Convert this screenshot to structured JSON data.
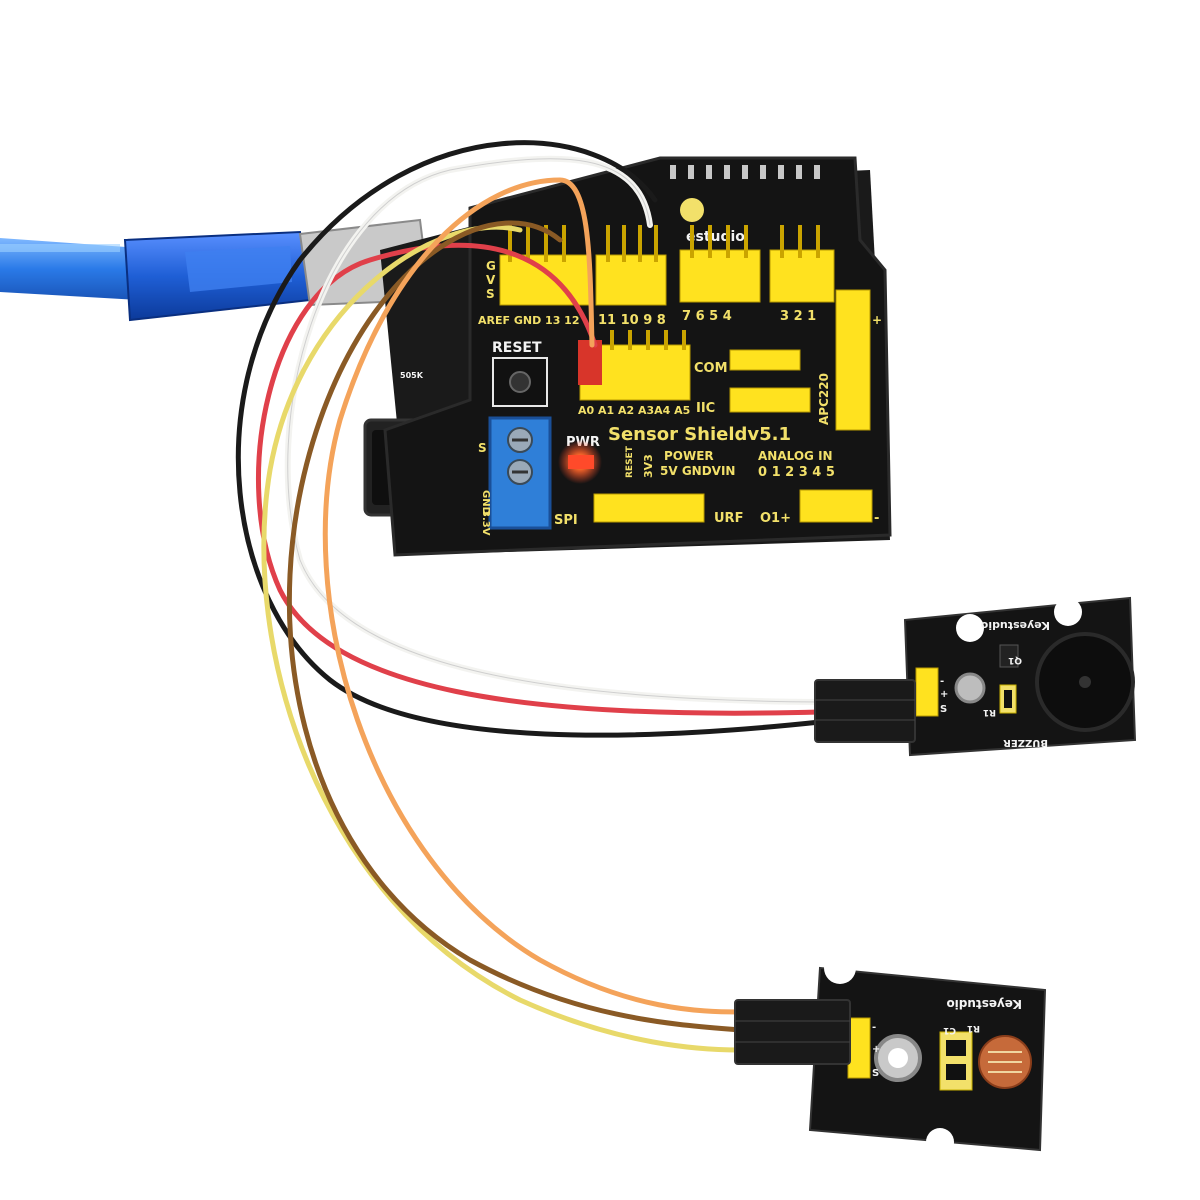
{
  "colors": {
    "background": "#ffffff",
    "pcb": "#141414",
    "header_yellow": "#ffe21f",
    "silkscreen": "#f2e06a",
    "usb_blue": "#1f5fd6",
    "terminal_blue": "#2f7fd8",
    "wire_black": "#1a1a1a",
    "wire_red": "#e0404a",
    "wire_white": "#f3f3f0",
    "wire_yellow": "#e8d96a",
    "wire_brown": "#8a5a25",
    "wire_orange": "#f4a35a",
    "led_red": "#ff4a2a"
  },
  "shield": {
    "title": "Sensor Shieldv5.1",
    "brand": "estudio",
    "reset_label": "RESET",
    "pwr_label": "PWR",
    "com_label": "COM",
    "iic_label": "IIC",
    "spi_label": "SPI",
    "urf_label": "URF",
    "apc_label": "APC220",
    "power_label": "POWER",
    "power_pins": "5V GNDVIN",
    "v33_label": "3V3",
    "reset_pin_label": "RESET",
    "analog_label": "ANALOG  IN",
    "analog_numbers": "0 1 2 3 4 5",
    "analog_pins": "A0 A1 A2 A3A4 A5",
    "digital_left": "AREF GND 13 12",
    "digital_mid": "11 10 9 8",
    "digital_right": "7 6 5 4",
    "digital_far": "3 2 1",
    "gvs_letters": [
      "G",
      "V",
      "S"
    ],
    "o1_label": "O1+",
    "minus_label": "-",
    "plus_label": "+",
    "gnd_label": "GND",
    "v33_side": "3.3V",
    "s_label": "S",
    "resistor_code": "505K"
  },
  "buzzer_module": {
    "brand": "Keyestudio",
    "label": "BUZZER",
    "q1": "Q1",
    "r1": "R1",
    "pins": [
      "S",
      "+",
      "-"
    ]
  },
  "light_module": {
    "brand": "Keyestudio",
    "c1": "C1",
    "r1": "R1",
    "pins": [
      "S",
      "+",
      "-"
    ]
  }
}
